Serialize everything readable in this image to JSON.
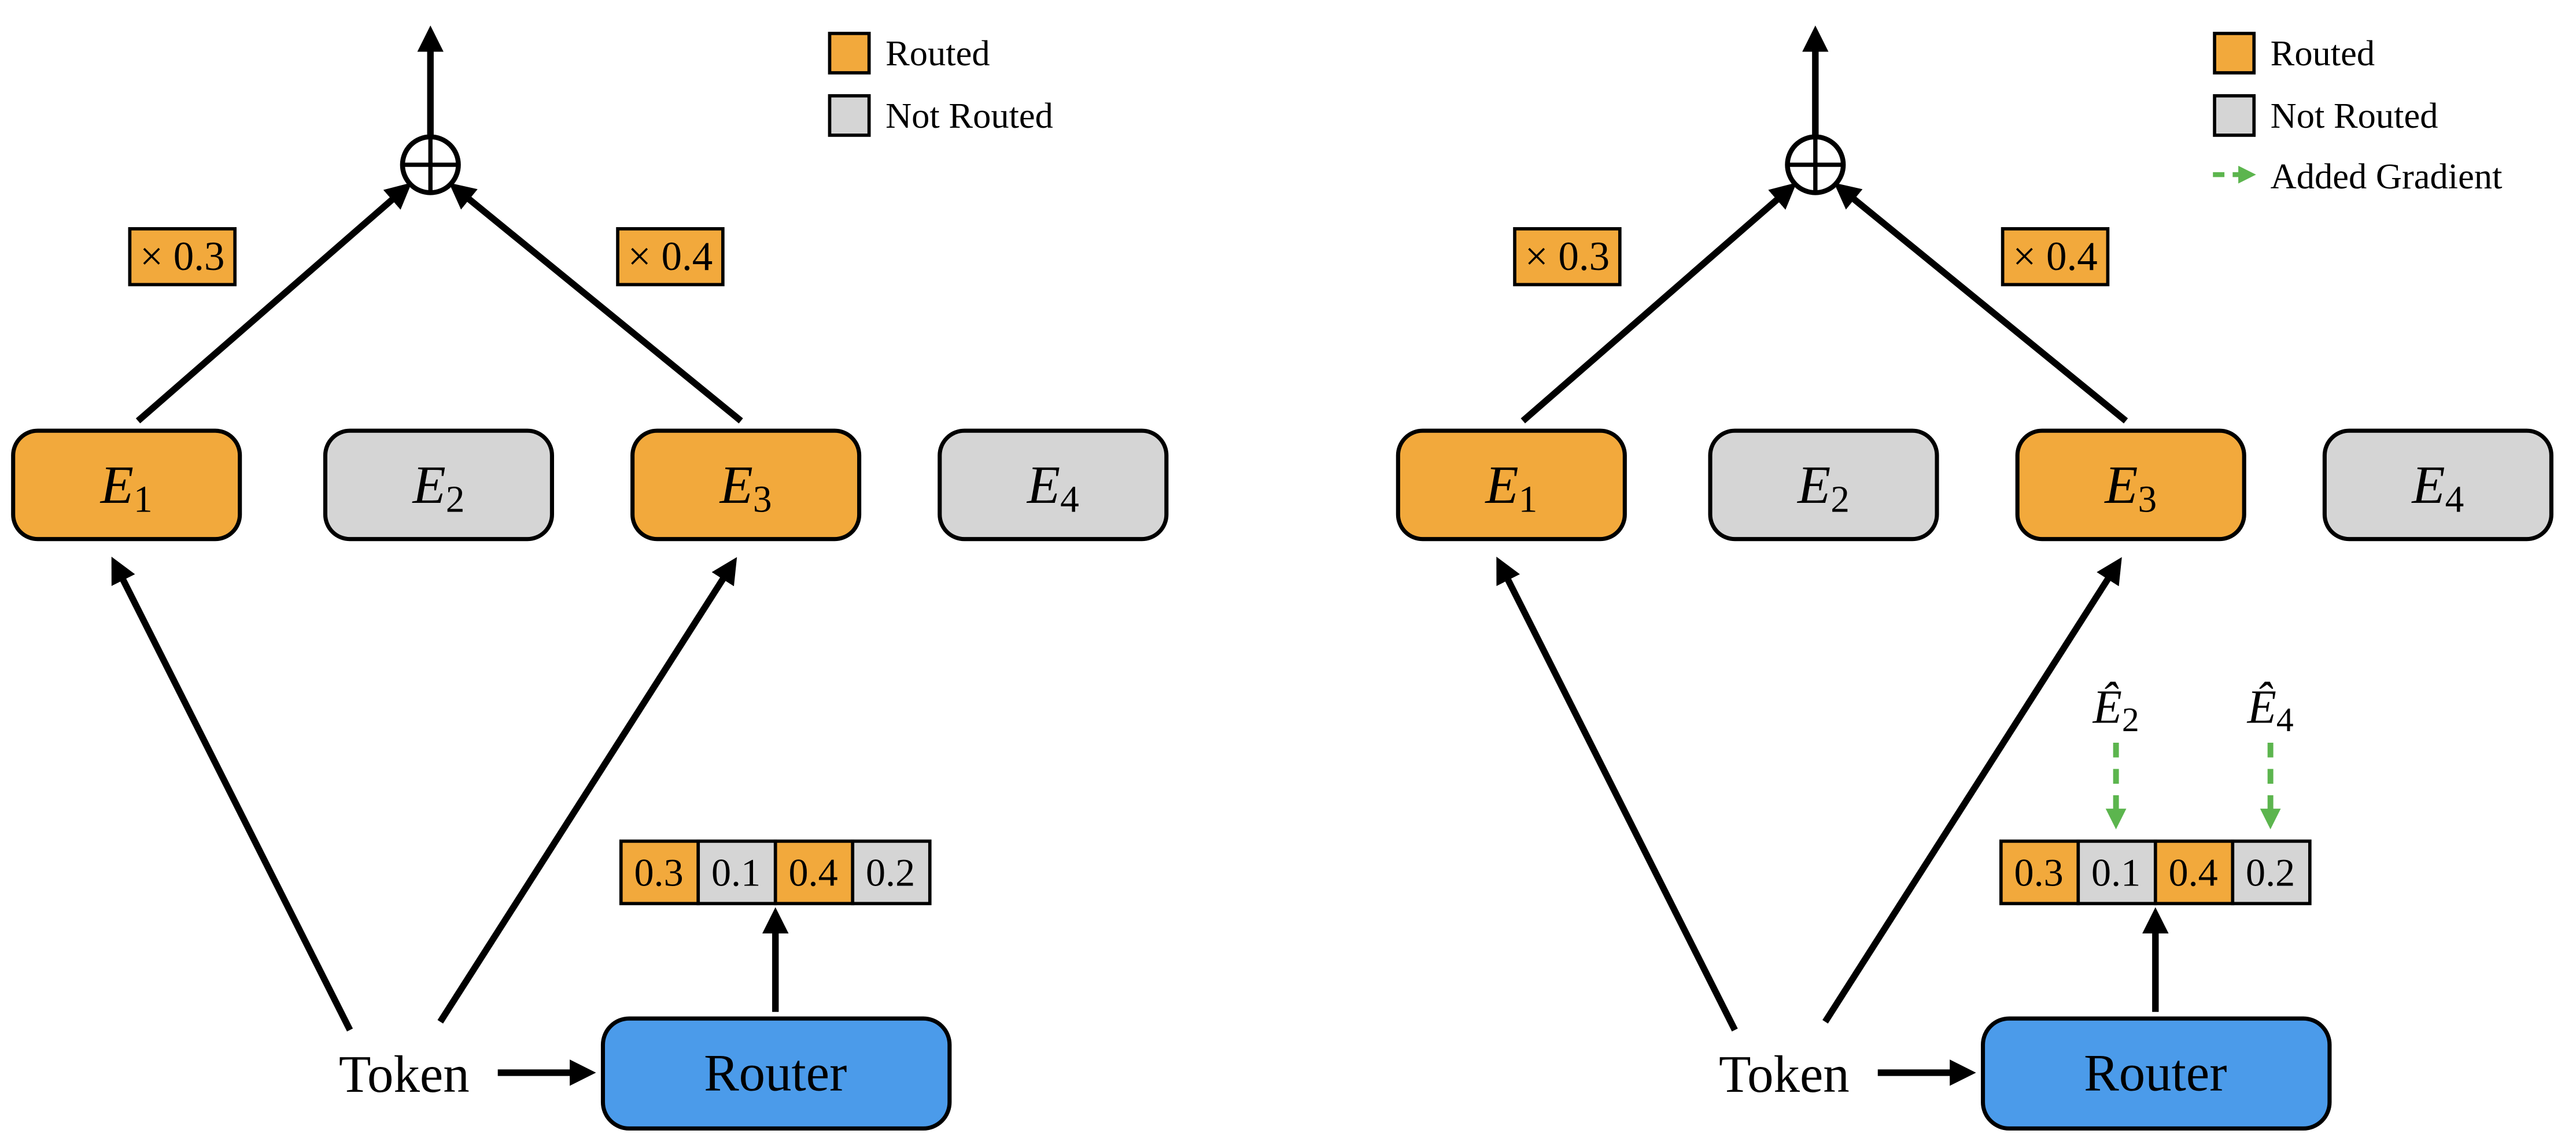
{
  "colors": {
    "routed": "#F2A93C",
    "not_routed": "#D5D5D5",
    "router_fill": "#4B9BEA",
    "gradient_green": "#5CB54E"
  },
  "legend": {
    "routed": "Routed",
    "not_routed": "Not Routed",
    "added_gradient": "Added Gradient"
  },
  "panels": [
    {
      "sum_weights": [
        {
          "label": "× 0.3"
        },
        {
          "label": "× 0.4"
        }
      ],
      "experts": [
        {
          "name": "E",
          "sub": "1",
          "routed": true
        },
        {
          "name": "E",
          "sub": "2",
          "routed": false
        },
        {
          "name": "E",
          "sub": "3",
          "routed": true
        },
        {
          "name": "E",
          "sub": "4",
          "routed": false
        }
      ],
      "router_probs": [
        {
          "value": "0.3",
          "routed": true
        },
        {
          "value": "0.1",
          "routed": false
        },
        {
          "value": "0.4",
          "routed": true
        },
        {
          "value": "0.2",
          "routed": false
        }
      ],
      "router_label": "Router",
      "token_label": "Token"
    },
    {
      "sum_weights": [
        {
          "label": "× 0.3"
        },
        {
          "label": "× 0.4"
        }
      ],
      "experts": [
        {
          "name": "E",
          "sub": "1",
          "routed": true
        },
        {
          "name": "E",
          "sub": "2",
          "routed": false
        },
        {
          "name": "E",
          "sub": "3",
          "routed": true
        },
        {
          "name": "E",
          "sub": "4",
          "routed": false
        }
      ],
      "router_probs": [
        {
          "value": "0.3",
          "routed": true
        },
        {
          "value": "0.1",
          "routed": false
        },
        {
          "value": "0.4",
          "routed": true
        },
        {
          "value": "0.2",
          "routed": false
        }
      ],
      "gradient_targets": [
        {
          "name": "Ê",
          "sub": "2"
        },
        {
          "name": "Ê",
          "sub": "4"
        }
      ],
      "router_label": "Router",
      "token_label": "Token"
    }
  ]
}
